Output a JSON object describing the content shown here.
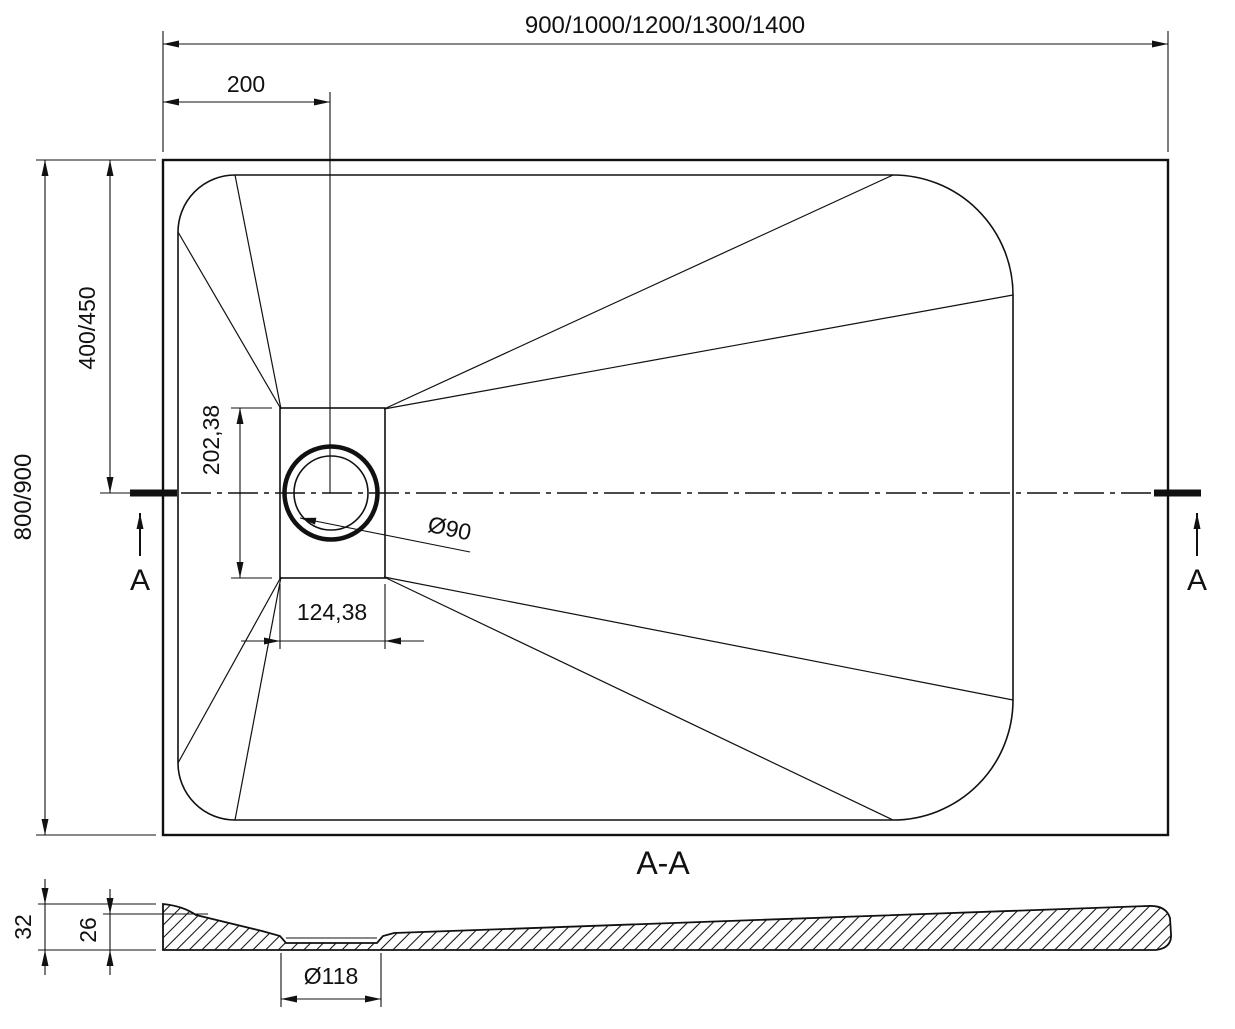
{
  "drawing": {
    "background": "#ffffff",
    "line_color": "#111111"
  },
  "top_view": {
    "width_dim": "900/1000/1200/1300/1400",
    "drain_offset_dim": "200",
    "depth_dim": "800/900",
    "drain_center_dim": "400/450",
    "drain_block_height_dim": "202,38",
    "drain_block_width_dim": "124,38",
    "drain_diameter": "Ø90",
    "section_mark_left": "A",
    "section_mark_right": "A"
  },
  "section_view": {
    "title": "A-A",
    "total_height_dim": "32",
    "inner_height_dim": "26",
    "waste_diameter": "Ø118"
  }
}
